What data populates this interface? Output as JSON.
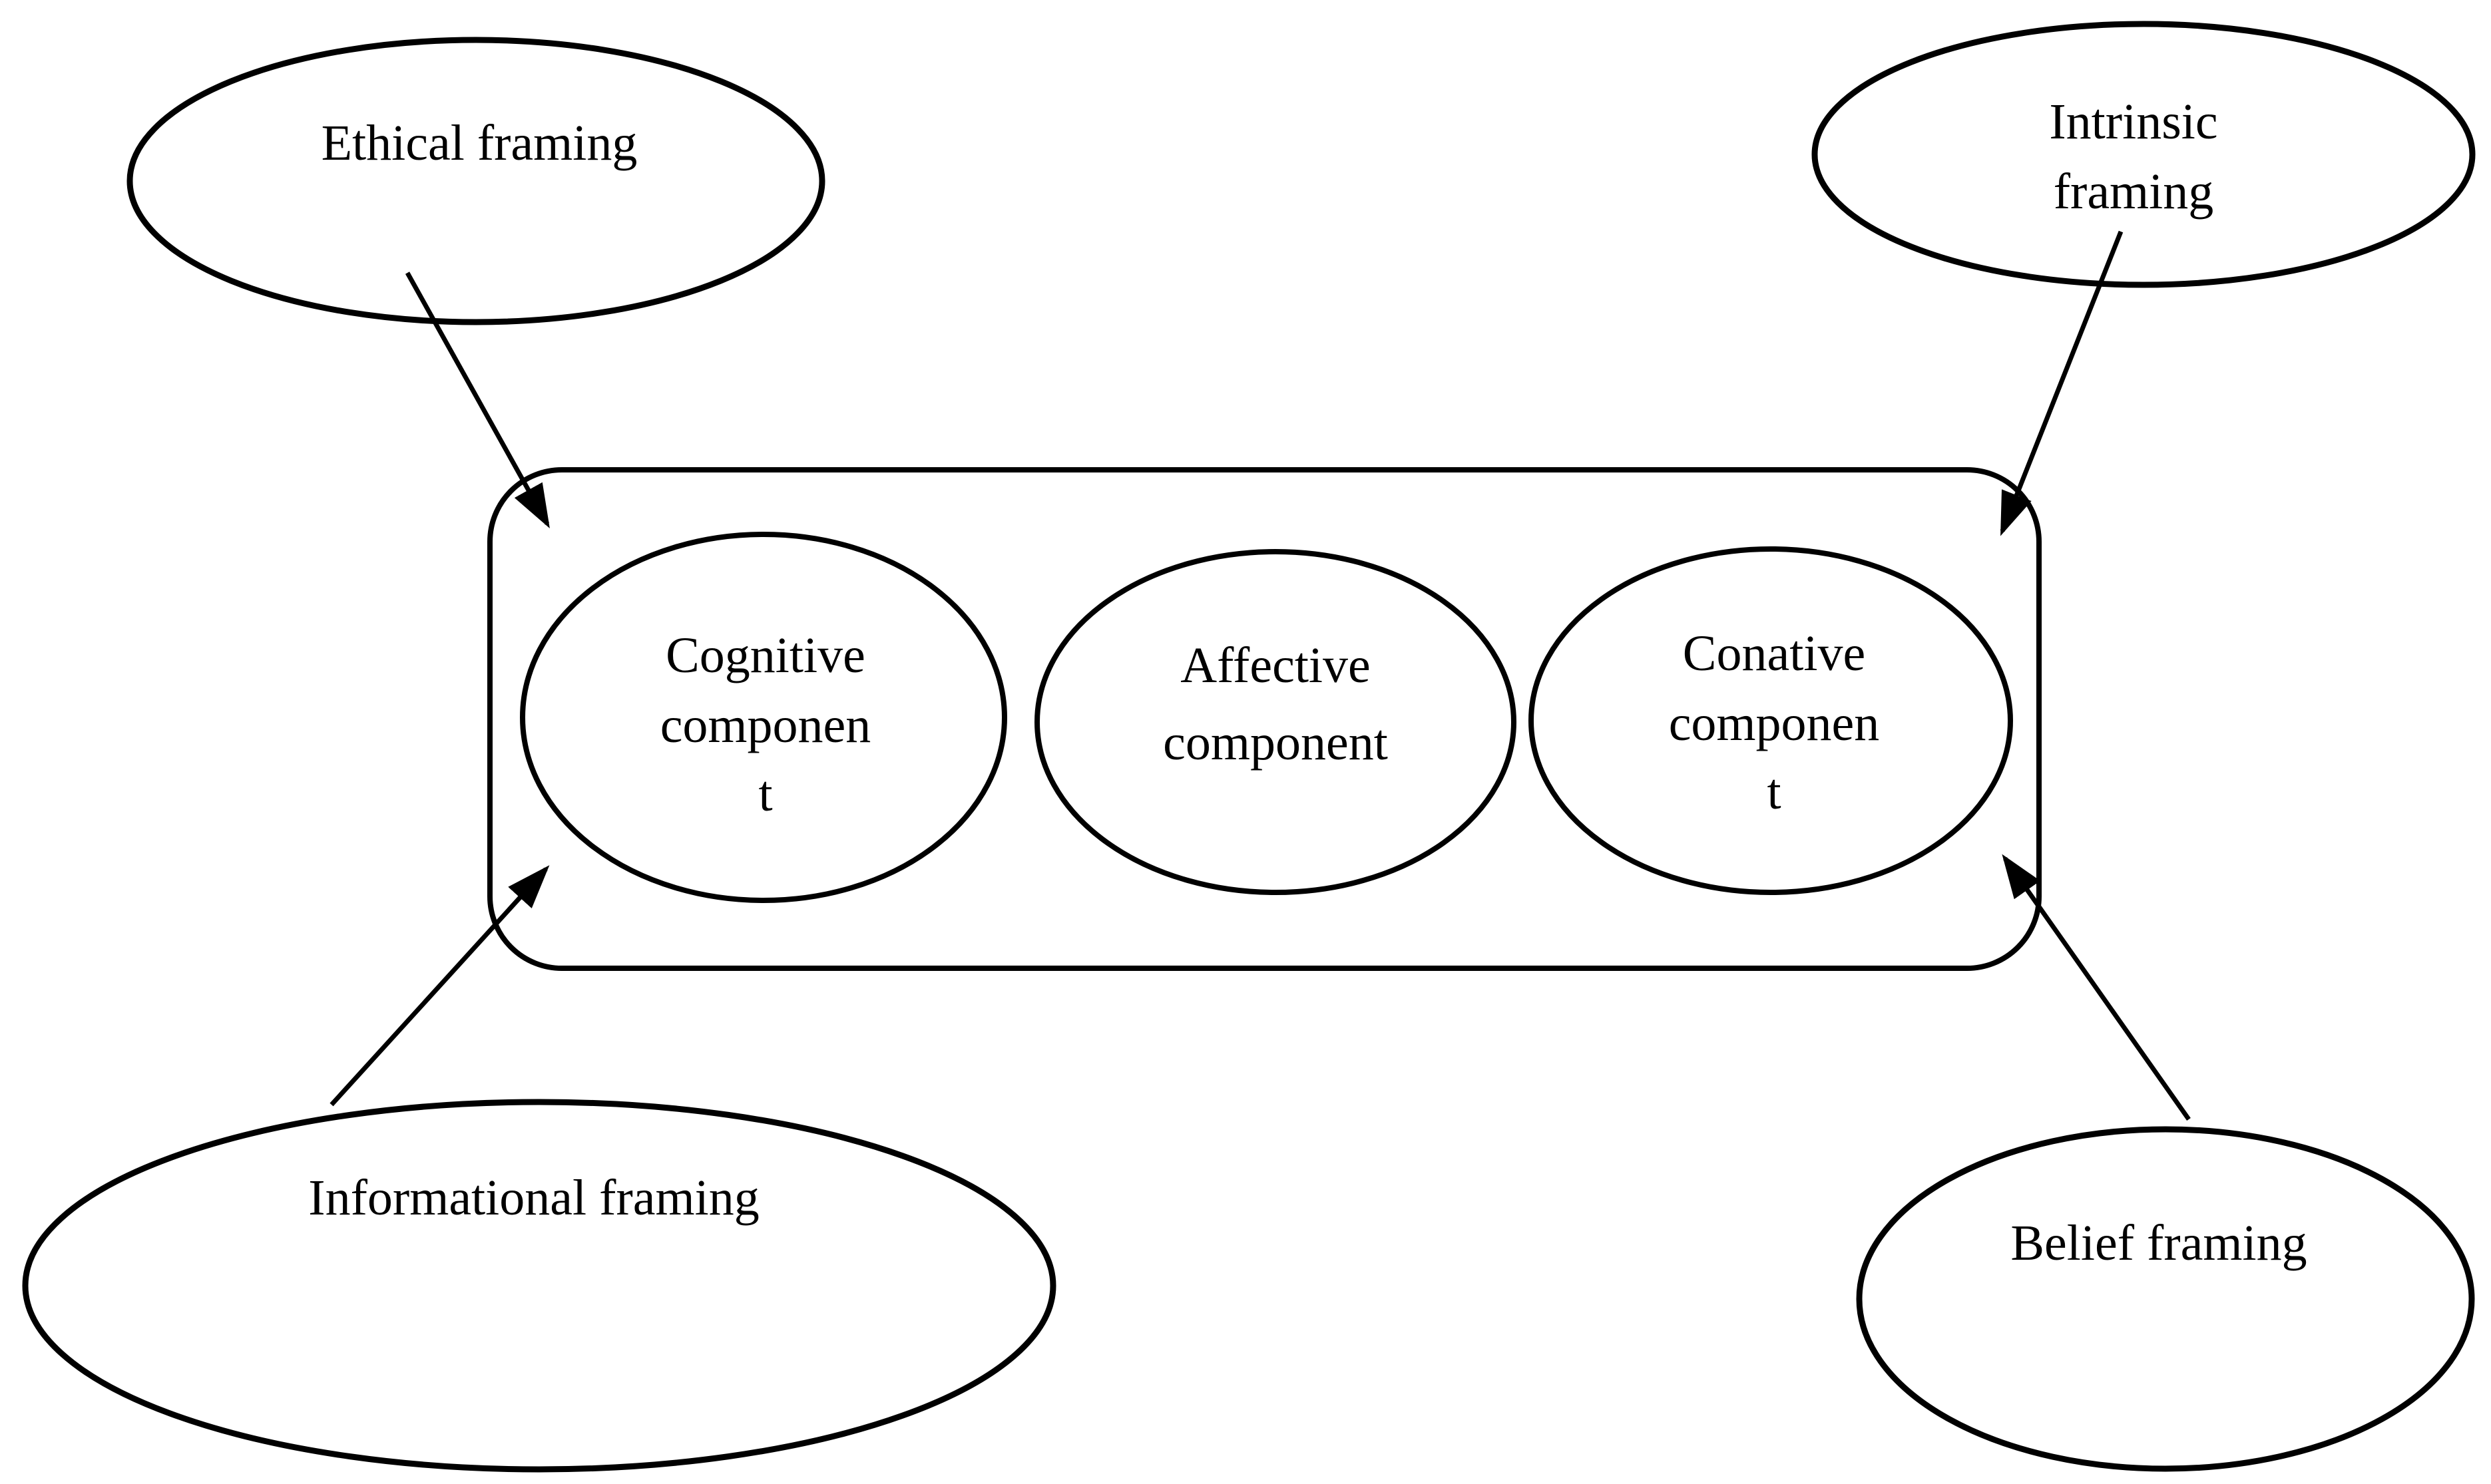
{
  "diagram": {
    "background_color": "#ffffff",
    "line_color": "#000000",
    "outer_nodes": {
      "ethical": {
        "label": "Ethical framing"
      },
      "intrinsic": {
        "line1": "Intrinsic",
        "line2": "framing"
      },
      "informational": {
        "label": "Informational framing"
      },
      "belief": {
        "label": "Belief framing"
      }
    },
    "container_nodes": {
      "cognitive": {
        "line1": "Cognitive",
        "line2": "componen",
        "line3": "t"
      },
      "affective": {
        "line1": "Affective",
        "line2": "component"
      },
      "conative": {
        "line1": "Conative",
        "line2": "componen",
        "line3": "t"
      }
    }
  }
}
